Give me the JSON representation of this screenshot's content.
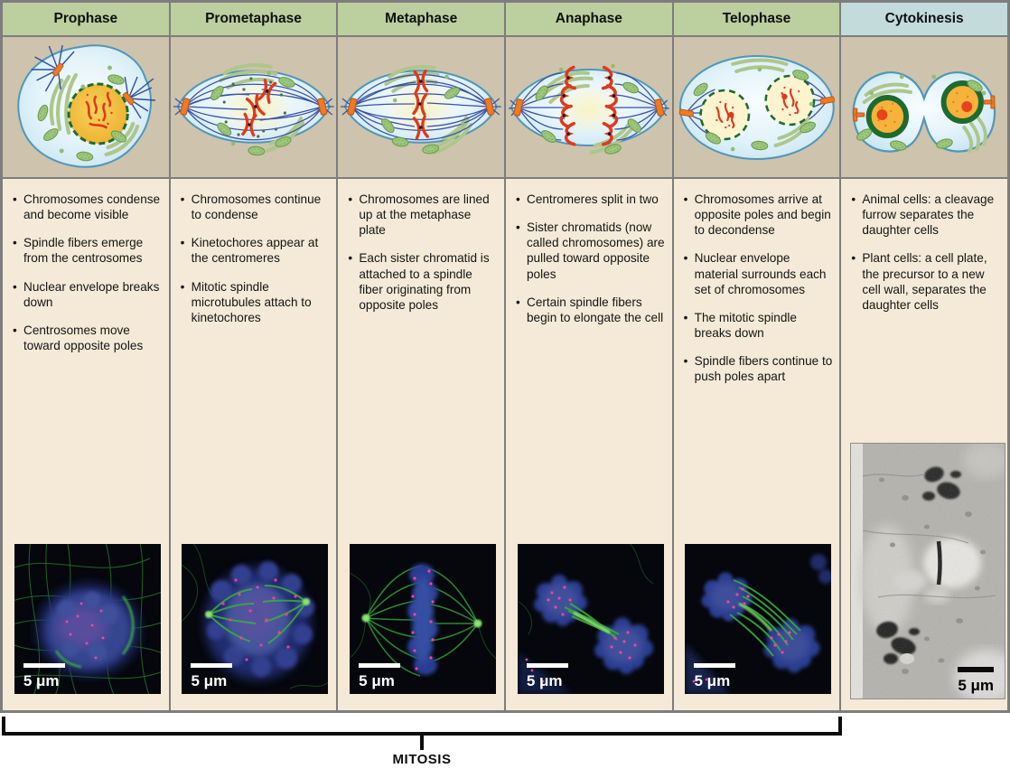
{
  "columns": [
    {
      "phase": "Prophase",
      "micrograph_type": "fluorescence",
      "scale_label": "5 μm",
      "bullets": [
        "Chromosomes condense and become visible",
        "Spindle fibers emerge from the centrosomes",
        "Nuclear envelope breaks down",
        "Centrosomes move toward opposite poles"
      ]
    },
    {
      "phase": "Prometaphase",
      "micrograph_type": "fluorescence",
      "scale_label": "5 μm",
      "bullets": [
        "Chromosomes continue to condense",
        "Kinetochores appear at the centromeres",
        "Mitotic spindle microtubules attach to kinetochores"
      ]
    },
    {
      "phase": "Metaphase",
      "micrograph_type": "fluorescence",
      "scale_label": "5 μm",
      "bullets": [
        "Chromosomes are lined up at the metaphase plate",
        "Each sister chromatid is attached to a spindle fiber originating from opposite poles"
      ]
    },
    {
      "phase": "Anaphase",
      "micrograph_type": "fluorescence",
      "scale_label": "5 μm",
      "bullets": [
        "Centromeres split in two",
        "Sister chromatids (now called chromosomes) are pulled toward opposite poles",
        "Certain spindle fibers begin to elongate the cell"
      ]
    },
    {
      "phase": "Telophase",
      "micrograph_type": "fluorescence",
      "scale_label": "5 μm",
      "bullets": [
        "Chromosomes arrive at opposite poles and begin to decondense",
        "Nuclear envelope material surrounds each set of chromosomes",
        "The mitotic spindle breaks down",
        "Spindle fibers continue to push poles apart"
      ]
    },
    {
      "phase": "Cytokinesis",
      "micrograph_type": "tem",
      "scale_label": "5 μm",
      "bullets": [
        "Animal cells: a cleavage furrow separates the daughter cells",
        "Plant cells: a cell plate, the precursor to a new cell wall, separates the daughter cells"
      ]
    }
  ],
  "bracket_label": "MITOSIS",
  "colors": {
    "header_green": "#bccf9e",
    "header_teal": "#c3dbdb",
    "panel_tan": "#cec3ac",
    "panel_cream": "#f4ead7",
    "border_gray": "#7d7d7d",
    "bracket_black": "#0d0d0d"
  }
}
